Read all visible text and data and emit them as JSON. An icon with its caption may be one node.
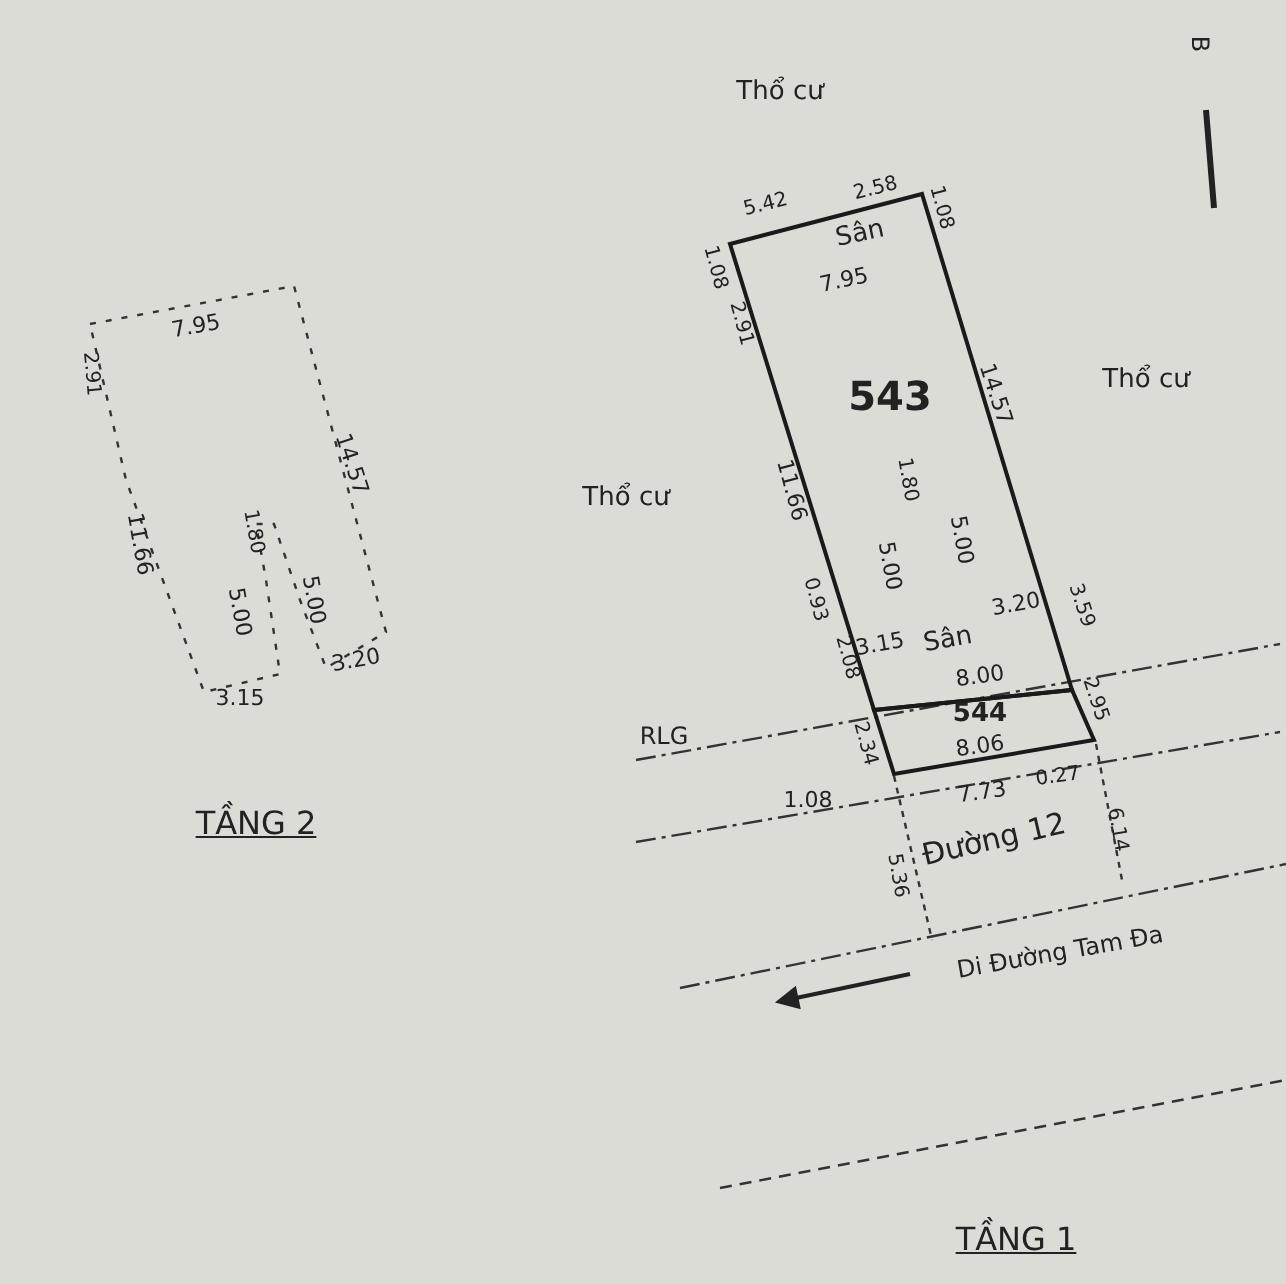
{
  "diagram": {
    "nodes": [
      {
        "text": [
          "543"
        ]
      },
      {
        "text": [
          "544"
        ]
      }
    ],
    "labels": [
      "B",
      "Thổ cư",
      "5.42",
      "2.58",
      "1.08",
      "Sân",
      "1.08",
      "7.95",
      "2.91",
      "Thổ cư",
      "14.57",
      "Thổ cư",
      "11.66",
      "1.80",
      "5.00",
      "5.00",
      "0.93",
      "3.20",
      "3.59",
      "3.15",
      "Sân",
      "2.08",
      "8.00",
      "RLG",
      "2.34",
      "2.95",
      "8.06",
      "1.08",
      "7.73",
      "0.27",
      "6.14",
      "Đường 12",
      "5.36",
      "Di Đường Tam Đa",
      "TẦNG 1",
      "7.95",
      "2.91",
      "14.57",
      "11.66",
      "1.80",
      "5.00",
      "5.00",
      "3.20",
      "3.15",
      "TẦNG 2"
    ]
  }
}
